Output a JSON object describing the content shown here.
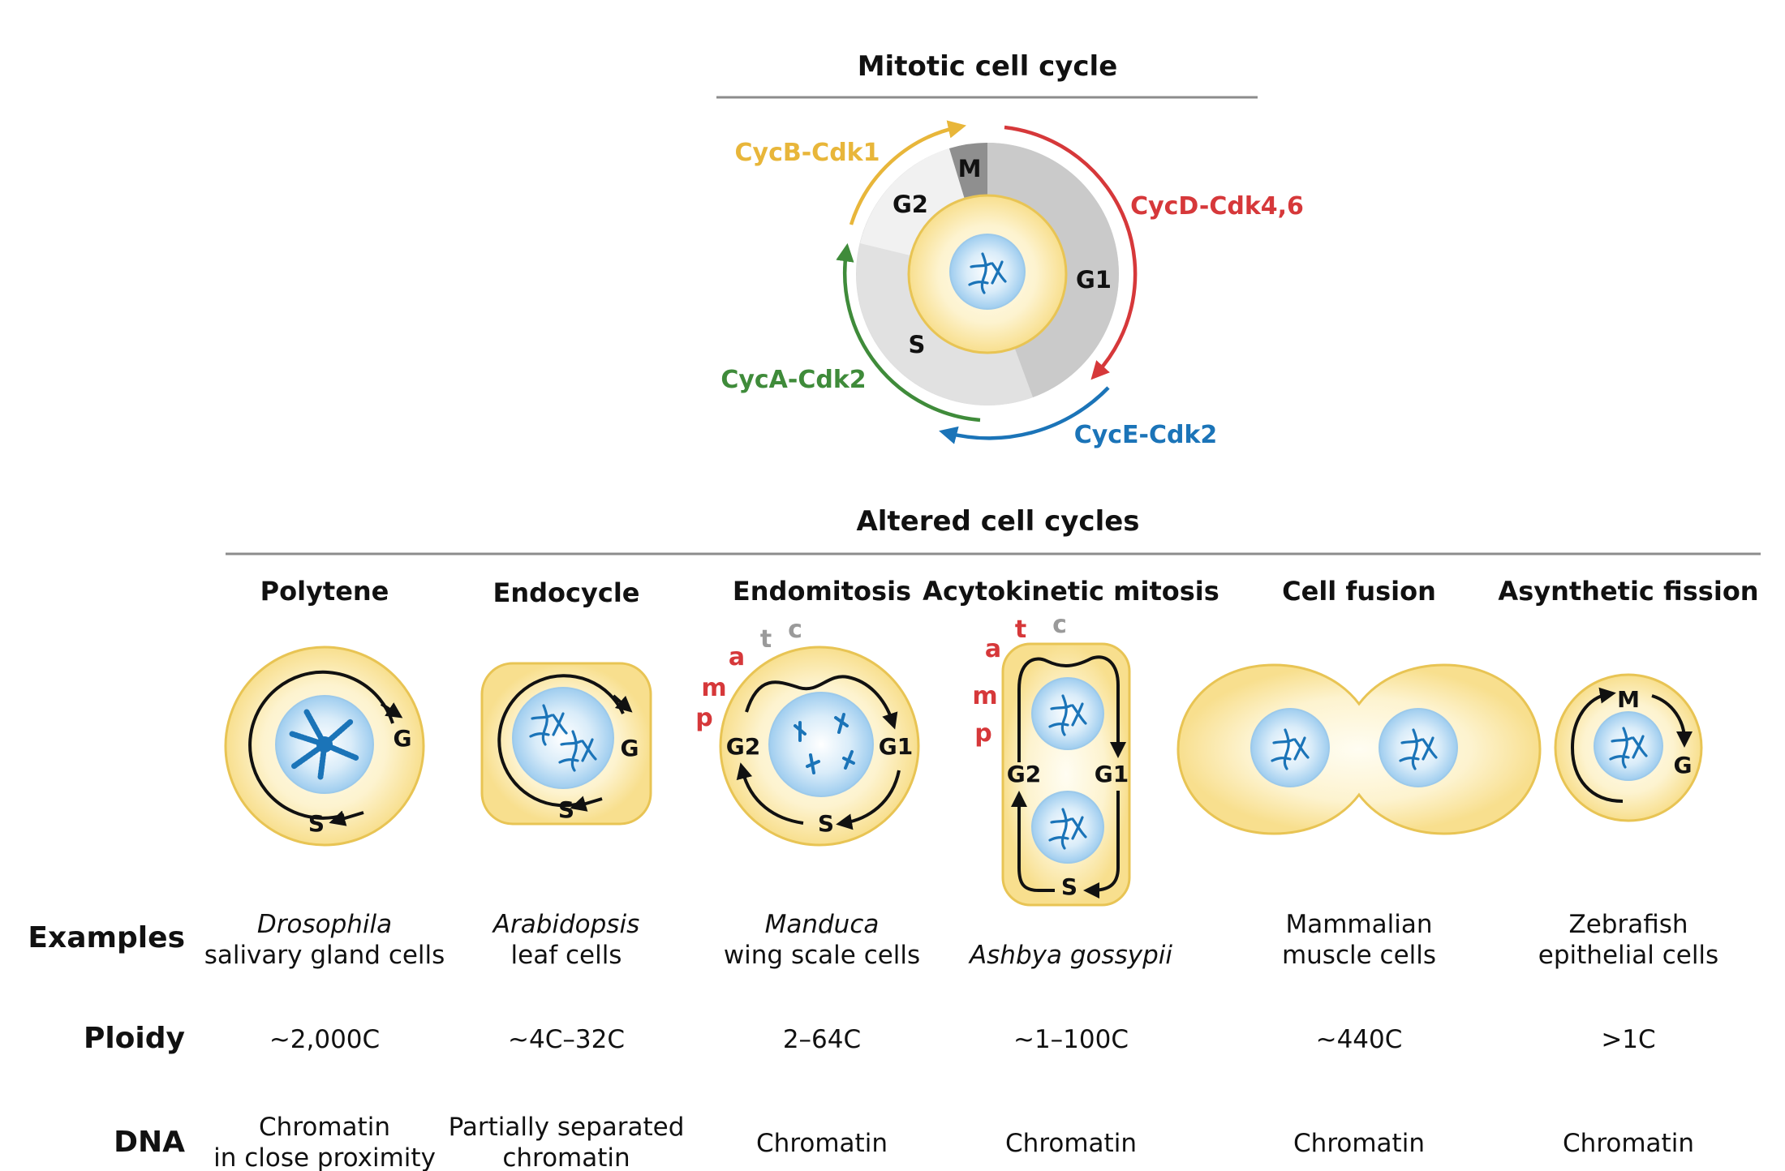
{
  "mitotic": {
    "title": "Mitotic cell cycle",
    "phases": {
      "m": "M",
      "g2": "G2",
      "g1": "G1",
      "s": "S"
    },
    "complexes": {
      "cycb": {
        "label": "CycB-Cdk1",
        "color": "#e8b63a"
      },
      "cycd": {
        "label": "CycD-Cdk4,6",
        "color": "#d6383a"
      },
      "cyce": {
        "label": "CycE-Cdk2",
        "color": "#1b74b8"
      },
      "cyca": {
        "label": "CycA-Cdk2",
        "color": "#3f8b3a"
      }
    }
  },
  "altered": {
    "title": "Altered cell cycles",
    "mitosis_letters": {
      "p": "p",
      "m": "m",
      "a": "a",
      "t": "t",
      "c": "c"
    },
    "columns": [
      {
        "title": "Polytene",
        "phase_g": "G",
        "phase_s": "S",
        "example_line1": "Drosophila",
        "example_line2": "salivary gland cells",
        "ploidy": "~2,000C",
        "dna_line1": "Chromatin",
        "dna_line2": "in close proximity"
      },
      {
        "title": "Endocycle",
        "phase_g": "G",
        "phase_s": "S",
        "example_line1": "Arabidopsis",
        "example_line2": "leaf cells",
        "ploidy": "~4C–32C",
        "dna_line1": "Partially separated",
        "dna_line2": "chromatin"
      },
      {
        "title": "Endomitosis",
        "phase_g2": "G2",
        "phase_g1": "G1",
        "phase_s": "S",
        "example_line1": "Manduca",
        "example_line2": "wing scale cells",
        "ploidy": "2–64C",
        "dna_line1": "Chromatin"
      },
      {
        "title": "Acytokinetic mitosis",
        "phase_g2": "G2",
        "phase_g1": "G1",
        "phase_s": "S",
        "example_line1": "Ashbya gossypii",
        "ploidy": "~1–100C",
        "dna_line1": "Chromatin"
      },
      {
        "title": "Cell fusion",
        "example_line1": "Mammalian",
        "example_line2": "muscle cells",
        "ploidy": "~440C",
        "dna_line1": "Chromatin"
      },
      {
        "title": "Asynthetic fission",
        "phase_m": "M",
        "phase_g": "G",
        "example_line1": "Zebrafish",
        "example_line2": "epithelial cells",
        "ploidy": ">1C",
        "dna_line1": "Chromatin"
      }
    ]
  },
  "row_labels": {
    "examples": "Examples",
    "ploidy": "Ploidy",
    "dna": "DNA"
  },
  "colors": {
    "cell_fill": "#fbf1c8",
    "cell_edge": "#e8c454",
    "nucleus_fill": "#cfe6f7",
    "nucleus_edge": "#9cc9ea",
    "chromatin": "#1b74b8",
    "mitosis_red": "#d6383a",
    "mitosis_gray": "#9a9a9a"
  }
}
